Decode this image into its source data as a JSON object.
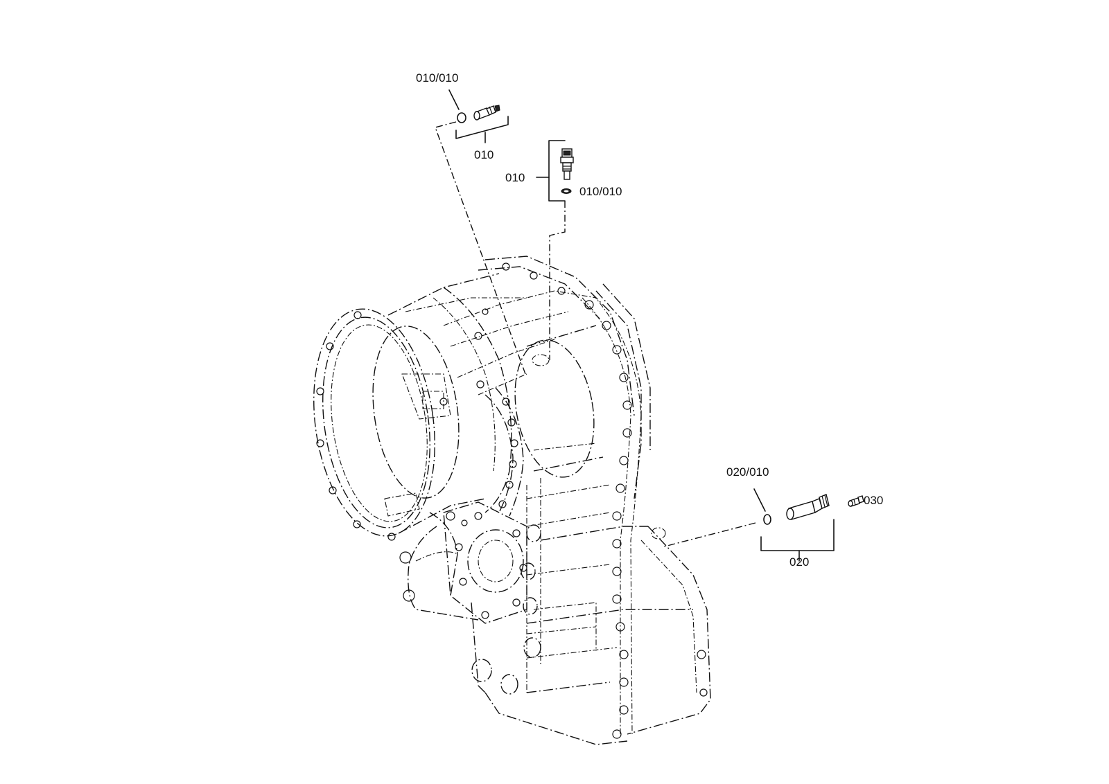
{
  "callouts": {
    "top_left_part": "010/010",
    "top_left_group": "010",
    "middle_group": "010",
    "middle_part": "010/010",
    "right_part": "020/010",
    "right_group": "020",
    "right_plug": "030"
  }
}
